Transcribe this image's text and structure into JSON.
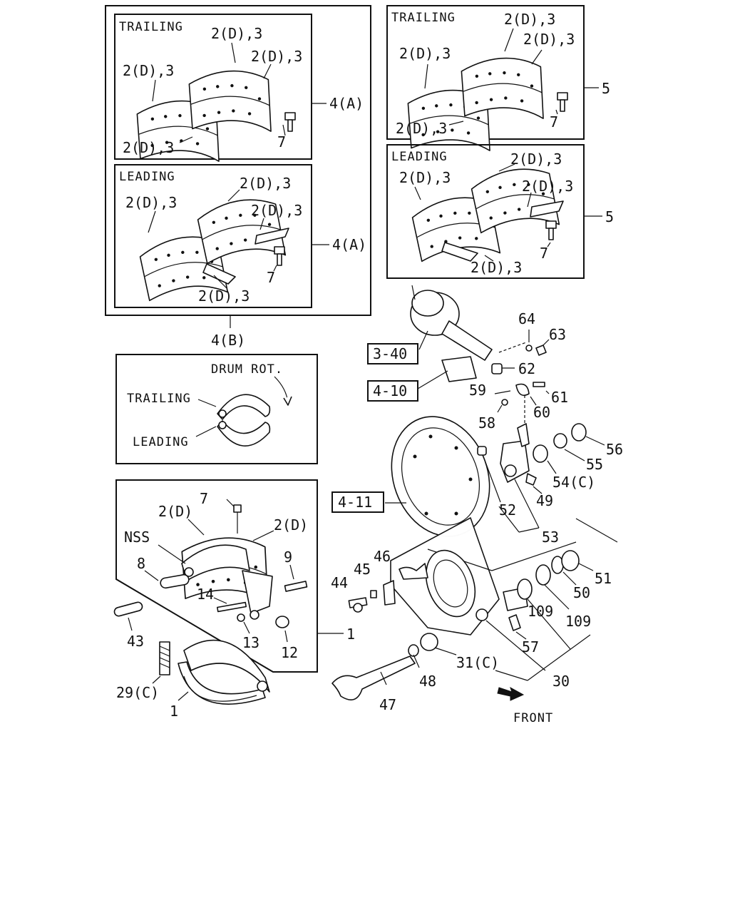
{
  "panels": {
    "trailing_4a": {
      "title": "TRAILING",
      "labels": [
        "2(D),3",
        "2(D),3",
        "2(D),3",
        "2(D),3",
        "7"
      ],
      "callout": "4(A)"
    },
    "leading_4a": {
      "title": "LEADING",
      "labels": [
        "2(D),3",
        "2(D),3",
        "2(D),3",
        "2(D),3",
        "7"
      ],
      "callout": "4(A)"
    },
    "group_4b": {
      "callout": "4(B)"
    },
    "trailing_5": {
      "title": "TRAILING",
      "labels": [
        "2(D),3",
        "2(D),3",
        "2(D),3",
        "2(D),3",
        "7"
      ],
      "callout": "5"
    },
    "leading_5": {
      "title": "LEADING",
      "labels": [
        "2(D),3",
        "2(D),3",
        "2(D),3",
        "2(D),3",
        "7"
      ],
      "callout": "5"
    }
  },
  "rotation": {
    "drum_rot": "DRUM ROT.",
    "trailing": "TRAILING",
    "leading": "LEADING"
  },
  "refs": {
    "r340": "3-40",
    "r410": "4-10",
    "r411": "4-11"
  },
  "shoe_assy": {
    "labels": {
      "l7": "7",
      "l2d_a": "2(D)",
      "l2d_b": "2(D)",
      "nss": "NSS",
      "l8": "8",
      "l9": "9",
      "l14": "14",
      "l13": "13",
      "l12": "12",
      "l1": "1"
    }
  },
  "outside": {
    "l43": "43",
    "l29c": "29(C)",
    "l1b": "1"
  },
  "parts": {
    "l64": "64",
    "l63": "63",
    "l62": "62",
    "l59": "59",
    "l61": "61",
    "l60": "60",
    "l58": "58",
    "l56": "56",
    "l55": "55",
    "l54c": "54(C)",
    "l49": "49",
    "l52": "52",
    "l53": "53",
    "l46": "46",
    "l45": "45",
    "l44": "44",
    "l51": "51",
    "l50": "50",
    "l109a": "109",
    "l109b": "109",
    "l57": "57",
    "l31c": "31(C)",
    "l48": "48",
    "l30": "30",
    "l47": "47"
  },
  "front_label": "FRONT"
}
